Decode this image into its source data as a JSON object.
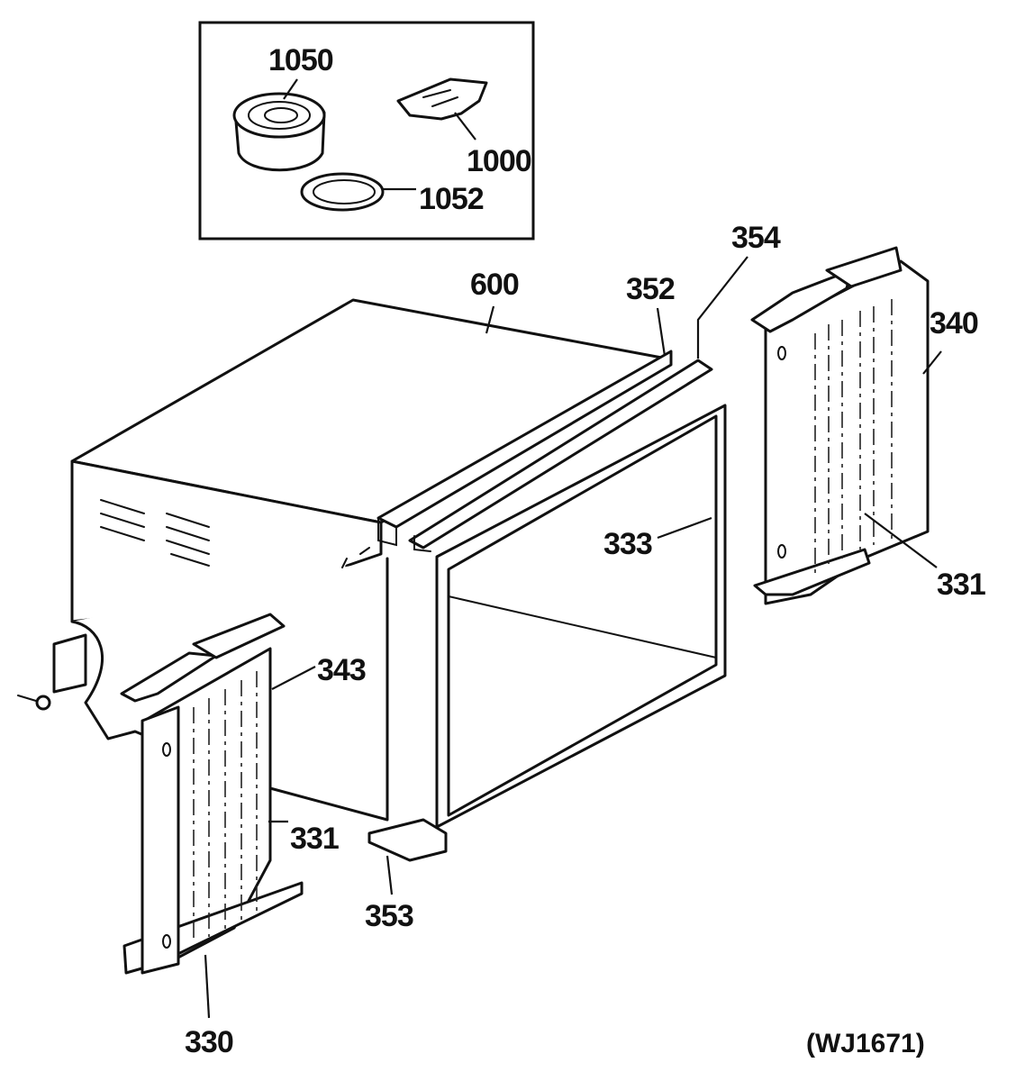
{
  "drawing_code": "(WJ1671)",
  "callouts": {
    "c1050": "1050",
    "c1000": "1000",
    "c1052": "1052",
    "c600": "600",
    "c352": "352",
    "c354": "354",
    "c340": "340",
    "c333": "333",
    "c331_right": "331",
    "c343": "343",
    "c331_left": "331",
    "c353": "353",
    "c330": "330"
  }
}
